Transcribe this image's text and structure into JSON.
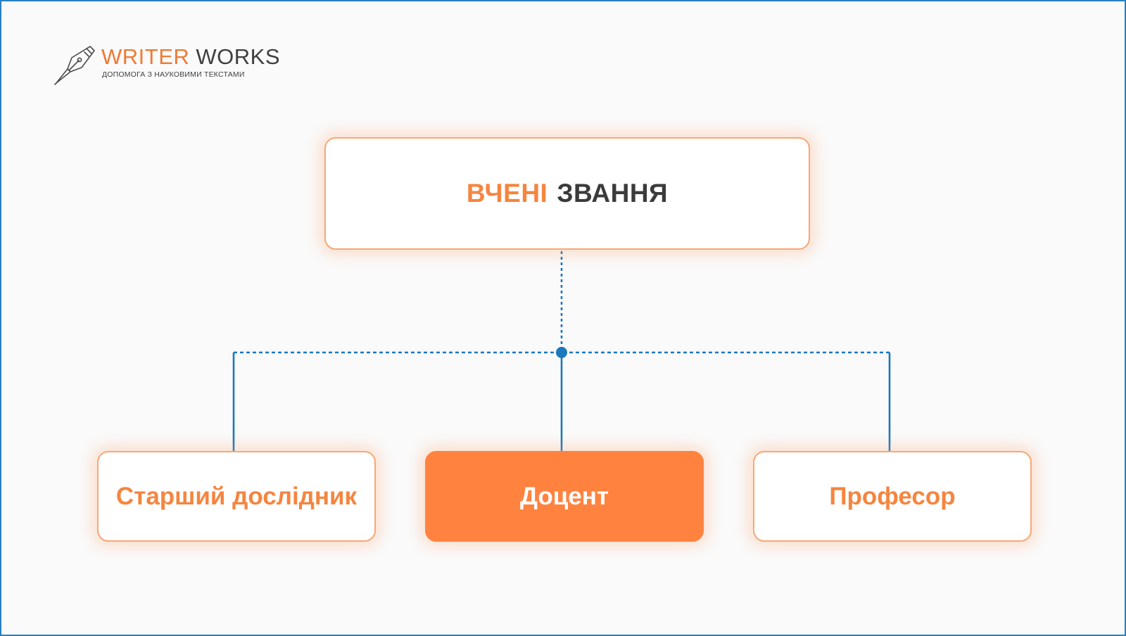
{
  "logo": {
    "brand_primary": "WRITER",
    "brand_secondary": "WORKS",
    "tagline": "ДОПОМОГА З НАУКОВИМИ ТЕКСТАМИ",
    "icon": "fountain-pen-nib-icon"
  },
  "diagram": {
    "root": {
      "word_accent": "ВЧЕНІ",
      "word_dark": "ЗВАННЯ"
    },
    "children": [
      {
        "label": "Старший дослідник",
        "highlighted": false
      },
      {
        "label": "Доцент",
        "highlighted": true
      },
      {
        "label": "Професор",
        "highlighted": false
      }
    ]
  },
  "colors": {
    "accent_orange": "#f5853f",
    "highlight_fill": "#ff833f",
    "dark_text": "#3b3b3b",
    "connector_blue": "#1b78bd",
    "frame_border": "#2a7fc0"
  }
}
